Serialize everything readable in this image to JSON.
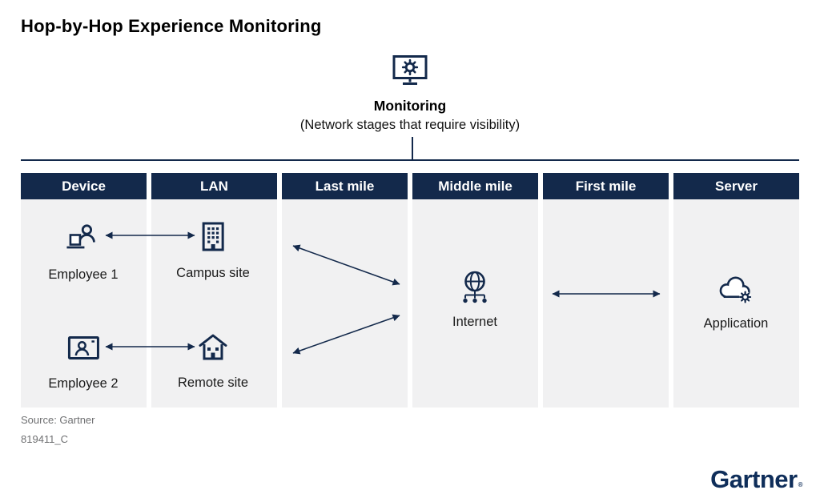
{
  "title": "Hop-by-Hop Experience Monitoring",
  "monitoring": {
    "label": "Monitoring",
    "subtitle": "(Network stages that require visibility)"
  },
  "columns": [
    {
      "header": "Device"
    },
    {
      "header": "LAN"
    },
    {
      "header": "Last mile"
    },
    {
      "header": "Middle mile"
    },
    {
      "header": "First mile"
    },
    {
      "header": "Server"
    }
  ],
  "nodes": {
    "employee1": "Employee 1",
    "campus": "Campus site",
    "employee2": "Employee 2",
    "remote": "Remote site",
    "internet": "Internet",
    "application": "Application"
  },
  "icons": {
    "monitoring": "monitor-gear-icon",
    "employee1": "person-laptop-icon",
    "employee2": "video-call-icon",
    "campus": "office-building-icon",
    "remote": "house-icon",
    "internet": "globe-network-icon",
    "application": "cloud-gear-icon"
  },
  "footer": {
    "source": "Source: Gartner",
    "code": "819411_C"
  },
  "brand": {
    "name": "Gartner",
    "reg": "®"
  },
  "colors": {
    "navy": "#13294b",
    "panel_gray": "#f1f1f2",
    "footer_gray": "#6f7072",
    "logo_navy": "#0f2e5a"
  }
}
